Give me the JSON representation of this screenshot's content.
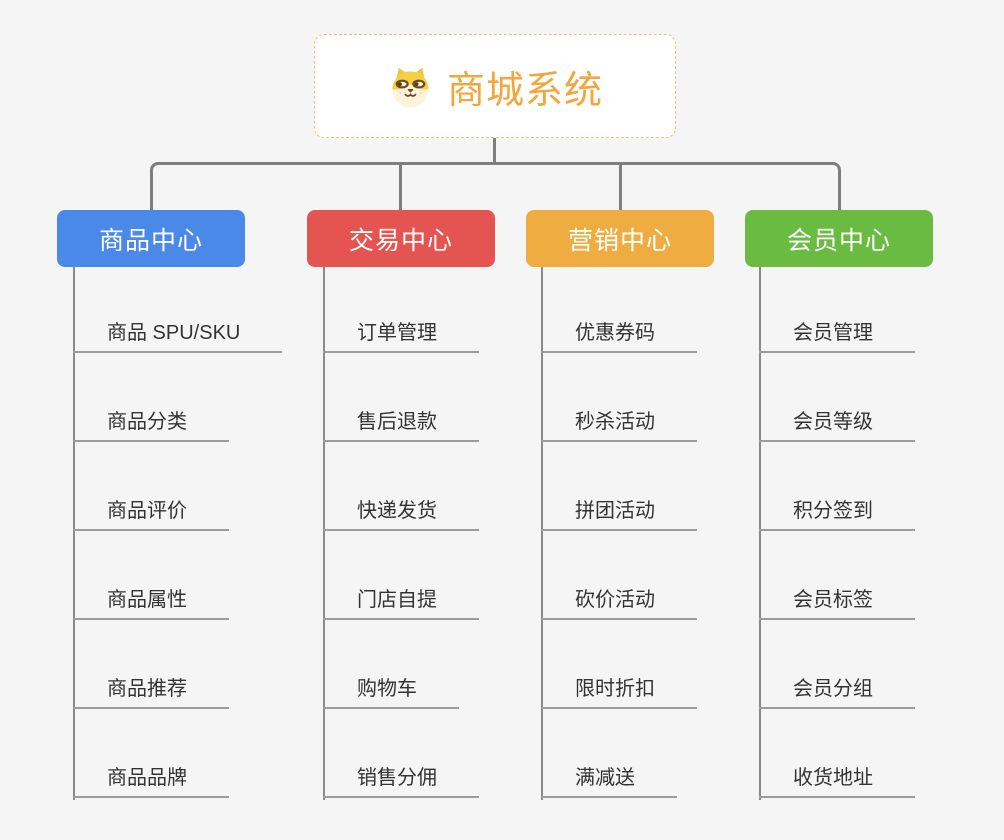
{
  "root": {
    "title": "商城系统",
    "icon": "shiba-dog-icon"
  },
  "branches": [
    {
      "label": "商品中心",
      "color": "#4a89e8",
      "items": [
        "商品 SPU/SKU",
        "商品分类",
        "商品评价",
        "商品属性",
        "商品推荐",
        "商品品牌"
      ]
    },
    {
      "label": "交易中心",
      "color": "#e45552",
      "items": [
        "订单管理",
        "售后退款",
        "快递发货",
        "门店自提",
        "购物车",
        "销售分佣"
      ]
    },
    {
      "label": "营销中心",
      "color": "#efad41",
      "items": [
        "优惠券码",
        "秒杀活动",
        "拼团活动",
        "砍价活动",
        "限时折扣",
        "满减送"
      ]
    },
    {
      "label": "会员中心",
      "color": "#6abb41",
      "items": [
        "会员管理",
        "会员等级",
        "积分签到",
        "会员标签",
        "会员分组",
        "收货地址"
      ]
    }
  ],
  "colors": {
    "background": "#f5f5f5",
    "root_title": "#f2a63c",
    "root_border": "#efc077",
    "connector": "#7f7f7f",
    "item_underline": "#9c9c9c",
    "item_text": "#333333"
  }
}
